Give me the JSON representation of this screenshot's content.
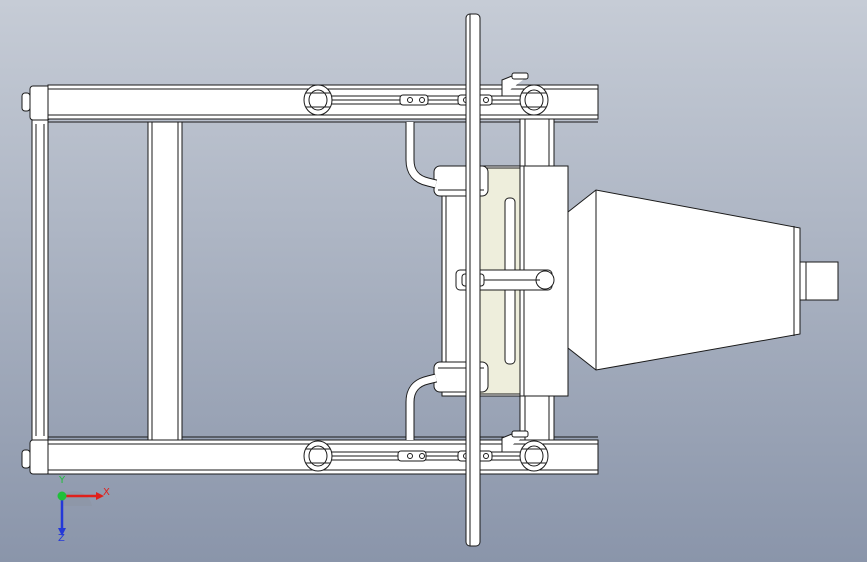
{
  "viewport": {
    "background_top": "#c6ccd6",
    "background_bottom": "#8a95aa"
  },
  "model": {
    "line_color": "#1a1a1a",
    "part_fill": "#ffffff",
    "plate_fill": "#eeeedc"
  },
  "triad": {
    "x_label": "X",
    "y_label": "Y",
    "z_label": "Z",
    "x_color": "#e0201b",
    "y_color": "#1fbf3a",
    "z_color": "#2438d8"
  }
}
